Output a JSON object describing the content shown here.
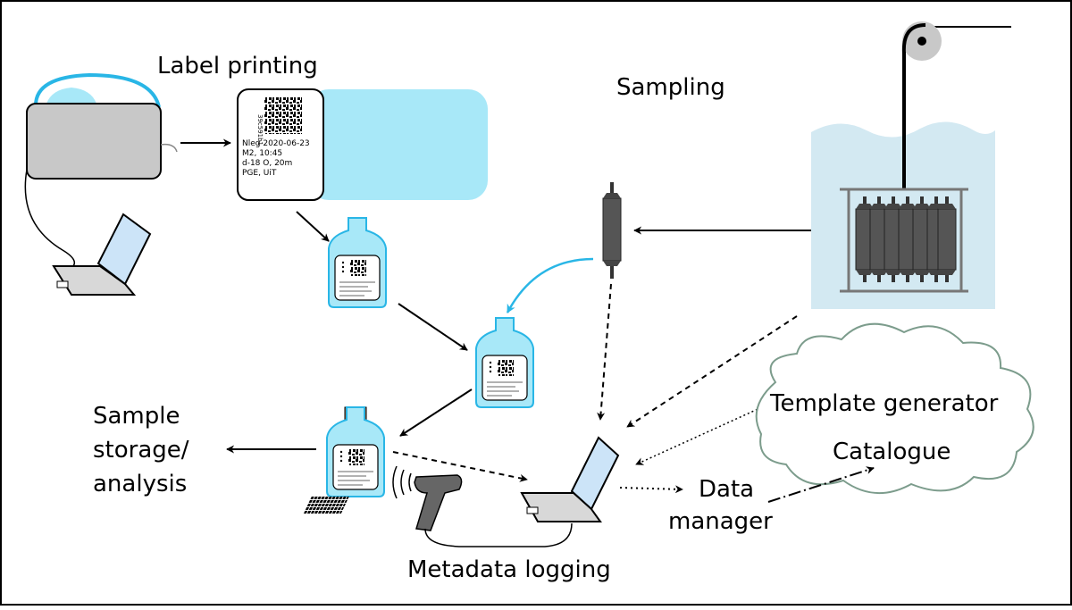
{
  "labels": {
    "label_printing": "Label printing",
    "sampling": "Sampling",
    "sample_storage_1": "Sample",
    "sample_storage_2": "storage/",
    "sample_storage_3": "analysis",
    "metadata_logging": "Metadata logging",
    "data_manager_1": "Data",
    "data_manager_2": "manager",
    "template_generator": "Template generator",
    "catalogue": "Catalogue"
  },
  "label_sheet": {
    "id_code": "39c591b1",
    "line1": "Nleg 2020-06-23",
    "line2": "M2, 10:45",
    "line3": "d-18 O, 20m",
    "line4": "PGE, UiT"
  },
  "colors": {
    "outline": "#000000",
    "cyan_fill": "#a8e8f8",
    "cyan_stroke": "#29b6e6",
    "water": "#d3e9f2",
    "cloud_stroke": "#7c9c8c",
    "printer_gray": "#c8c8c8",
    "cork": "#b5683a",
    "niskin_gray": "#555555"
  },
  "icons": [
    "printer-icon",
    "laptop-icon",
    "qr-code-icon",
    "bottle-icon",
    "niskin-bottle-icon",
    "rosette-icon",
    "barcode-scanner-icon",
    "cloud-icon"
  ]
}
